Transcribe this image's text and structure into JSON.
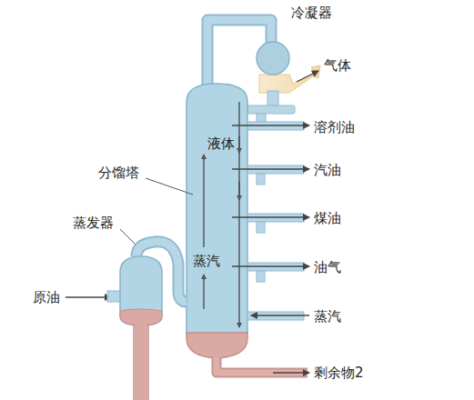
{
  "diagram": {
    "labels": [
      "冷凝器",
      "气体",
      "溶剂油",
      "液体",
      "汽油",
      "分馏塔",
      "煤油",
      "蒸发器",
      "蒸汽",
      "油气",
      "原油",
      "蒸汽",
      "剩余物2"
    ]
  }
}
